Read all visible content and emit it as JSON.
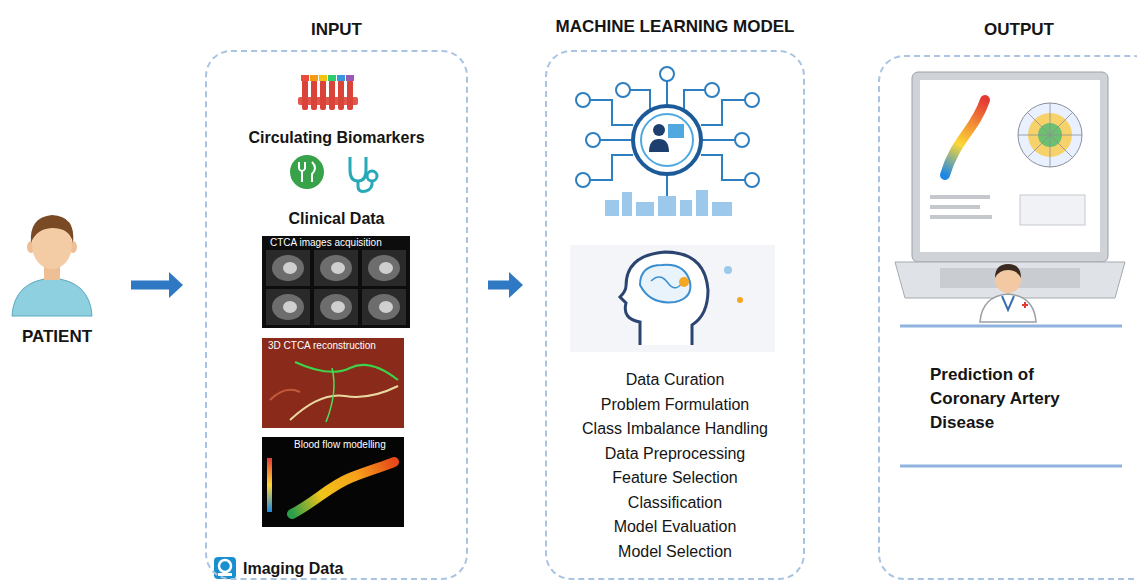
{
  "diagram": {
    "nodes": [
      {
        "text": [
          "PATIENT"
        ]
      },
      {
        "text": [
          "INPUT",
          "Circulating Biomarkers",
          "Clinical Data",
          "Imaging Data"
        ]
      },
      {
        "text": [
          "MACHINE LEARNING MODEL",
          "Data Curation",
          "Problem Formulation",
          "Class Imbalance Handling",
          "Data Preprocessing",
          "Feature Selection",
          "Classification",
          "Model Evaluation",
          "Model Selection"
        ]
      },
      {
        "text": [
          "OUTPUT",
          "Prediction of Coronary Artery Disease"
        ]
      }
    ],
    "edges": [
      {
        "from": 0,
        "to": 1,
        "arrow": "to"
      },
      {
        "from": 1,
        "to": 2,
        "arrow": "to"
      }
    ],
    "labels": [
      "CTCA images acquisition",
      "3D CTCA reconstruction",
      "Blood flow modelling"
    ]
  }
}
